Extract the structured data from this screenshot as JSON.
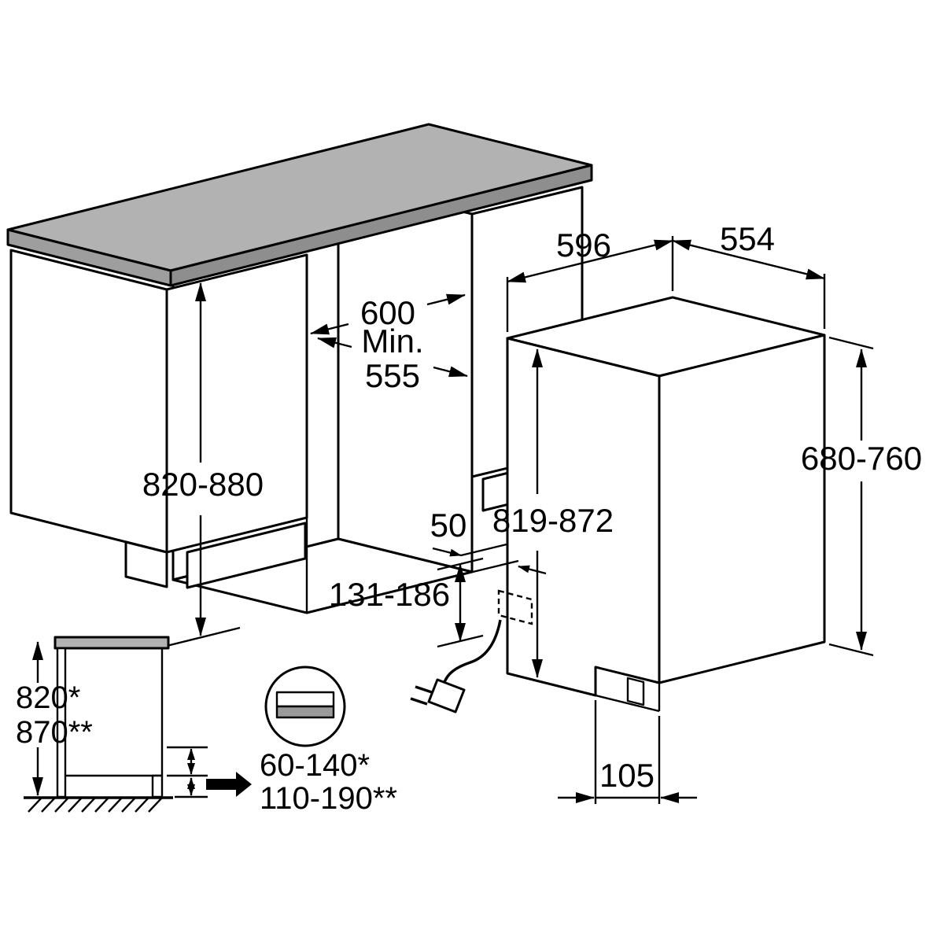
{
  "diagram": {
    "counter": {
      "worktop_height": "820-880",
      "niche_width": "600",
      "niche_depth_label": "Min.",
      "niche_depth_value": "555"
    },
    "dishwasher": {
      "width": "596",
      "depth": "554",
      "height": "819-872",
      "door_height": "680-760",
      "outlet_offset": "50",
      "outlet_height_range": "131-186",
      "plinth_recess": "105"
    },
    "side_view": {
      "height_a": "820*",
      "height_b": "870**"
    },
    "plinth_detail": {
      "range_a": "60-140*",
      "range_b": "110-190**"
    }
  },
  "colors": {
    "worktop_top": "#b2b2b2",
    "worktop_edge": "#8e8e8e",
    "worktop_side": "#9e9e9e",
    "plinth_bar": "#9a9a9a",
    "line": "#000000"
  }
}
